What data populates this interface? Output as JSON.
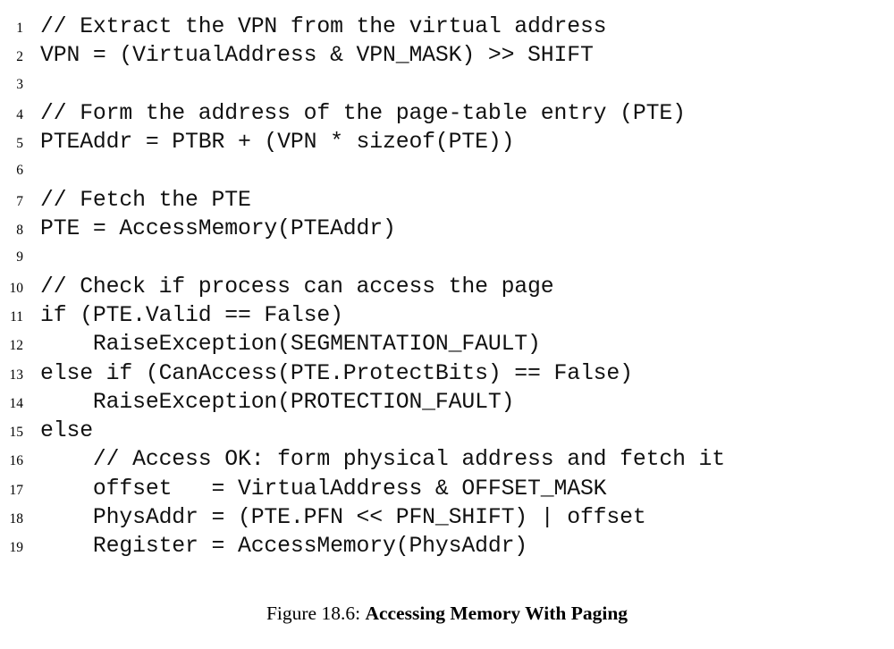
{
  "figure": {
    "caption_number": "Figure 18.6:",
    "caption_separator": " ",
    "caption_title": "Accessing Memory With Paging",
    "background_color": "#ffffff",
    "text_color": "#000000"
  },
  "code": {
    "language": "pseudocode",
    "line_count": 19,
    "lines": [
      {
        "number": "1",
        "text": "// Extract the VPN from the virtual address"
      },
      {
        "number": "2",
        "text": "VPN = (VirtualAddress & VPN_MASK) >> SHIFT"
      },
      {
        "number": "3",
        "text": ""
      },
      {
        "number": "4",
        "text": "// Form the address of the page-table entry (PTE)"
      },
      {
        "number": "5",
        "text": "PTEAddr = PTBR + (VPN * sizeof(PTE))"
      },
      {
        "number": "6",
        "text": ""
      },
      {
        "number": "7",
        "text": "// Fetch the PTE"
      },
      {
        "number": "8",
        "text": "PTE = AccessMemory(PTEAddr)"
      },
      {
        "number": "9",
        "text": ""
      },
      {
        "number": "10",
        "text": "// Check if process can access the page"
      },
      {
        "number": "11",
        "text": "if (PTE.Valid == False)"
      },
      {
        "number": "12",
        "text": "    RaiseException(SEGMENTATION_FAULT)"
      },
      {
        "number": "13",
        "text": "else if (CanAccess(PTE.ProtectBits) == False)"
      },
      {
        "number": "14",
        "text": "    RaiseException(PROTECTION_FAULT)"
      },
      {
        "number": "15",
        "text": "else"
      },
      {
        "number": "16",
        "text": "    // Access OK: form physical address and fetch it"
      },
      {
        "number": "17",
        "text": "    offset   = VirtualAddress & OFFSET_MASK"
      },
      {
        "number": "18",
        "text": "    PhysAddr = (PTE.PFN << PFN_SHIFT) | offset"
      },
      {
        "number": "19",
        "text": "    Register = AccessMemory(PhysAddr)"
      }
    ]
  }
}
